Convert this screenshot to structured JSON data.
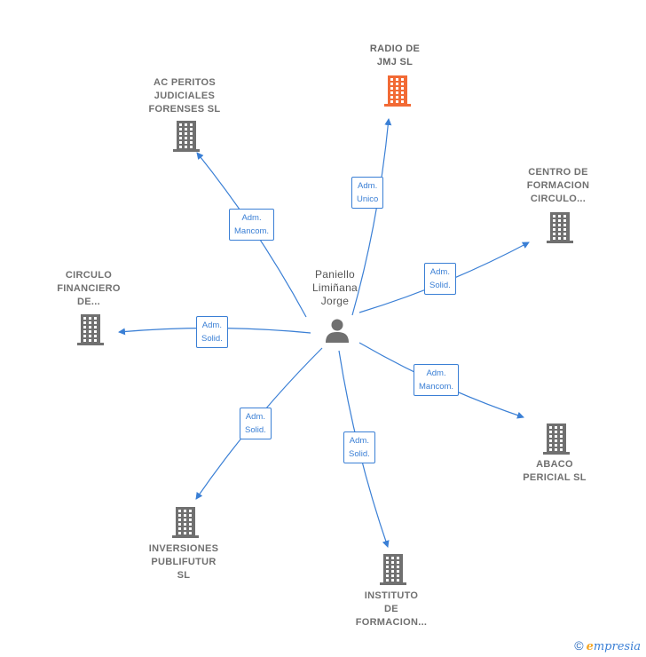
{
  "center": {
    "label": "Paniello\nLimiñana\nJorge",
    "icon": "person-icon"
  },
  "companies": [
    {
      "id": "radio",
      "label": "RADIO DE\nJMJ SL",
      "highlight": true,
      "edge": "Adm.\nUnico"
    },
    {
      "id": "ac-peritos",
      "label": "AC PERITOS\nJUDICIALES\nFORENSES SL",
      "highlight": false,
      "edge": "Adm.\nMancom."
    },
    {
      "id": "centro",
      "label": "CENTRO DE\nFORMACION\nCIRCULO...",
      "highlight": false,
      "edge": "Adm.\nSolid."
    },
    {
      "id": "circulo",
      "label": "CIRCULO\nFINANCIERO\nDE...",
      "highlight": false,
      "edge": "Adm.\nSolid."
    },
    {
      "id": "abaco",
      "label": "ABACO\nPERICIAL SL",
      "highlight": false,
      "edge": "Adm.\nMancom."
    },
    {
      "id": "inversiones",
      "label": "INVERSIONES\nPUBLIFUTUR\nSL",
      "highlight": false,
      "edge": "Adm.\nSolid."
    },
    {
      "id": "instituto",
      "label": "INSTITUTO\nDE\nFORMACION...",
      "highlight": false,
      "edge": "Adm.\nSolid."
    }
  ],
  "colors": {
    "edge": "#3a7fd5",
    "building": "#707070",
    "building_highlight": "#f26a35",
    "person": "#707070"
  },
  "footer": {
    "copyright": "©",
    "brand_e": "e",
    "brand_rest": "mpresia"
  }
}
